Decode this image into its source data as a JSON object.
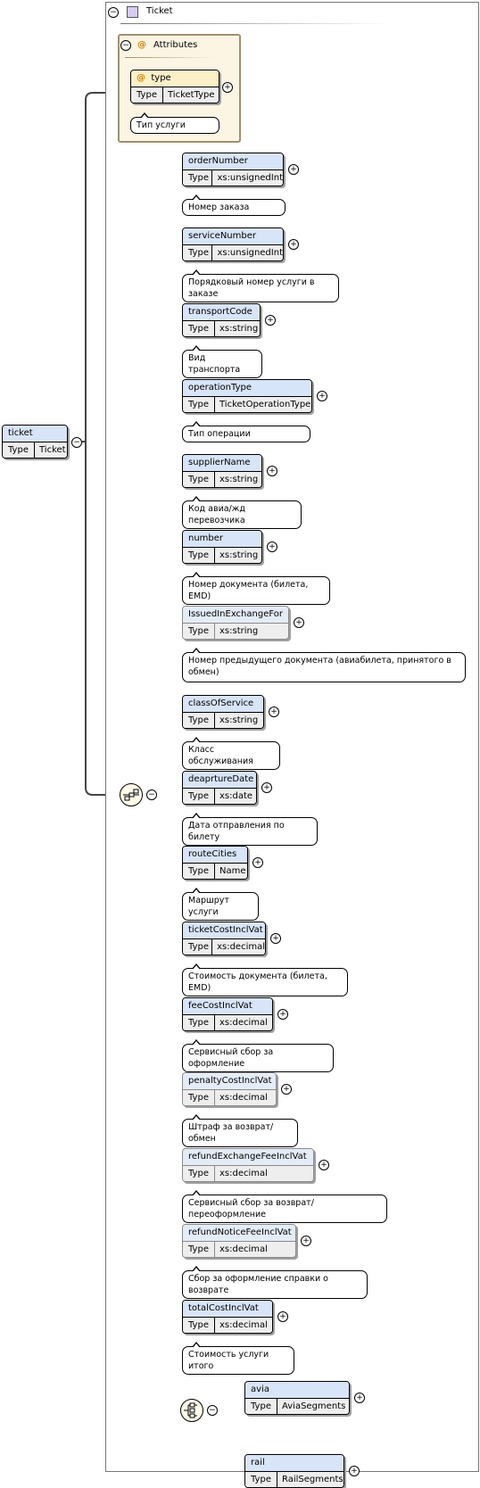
{
  "root": {
    "name": "ticket",
    "type_label": "Type",
    "type": "Ticket"
  },
  "ticket_type": {
    "title": "Ticket",
    "attributes": {
      "label": "Attributes",
      "at_symbol": "@",
      "items": [
        {
          "name": "type",
          "type_label": "Type",
          "type": "TicketType",
          "doc": "Тип услуги"
        }
      ]
    }
  },
  "elements": [
    {
      "name": "orderNumber",
      "type_label": "Type",
      "type": "xs:unsignedInt",
      "doc": "Номер заказа",
      "optional": false
    },
    {
      "name": "serviceNumber",
      "type_label": "Type",
      "type": "xs:unsignedInt",
      "doc": "Порядковый номер услуги в заказе",
      "optional": false
    },
    {
      "name": "transportCode",
      "type_label": "Type",
      "type": "xs:string",
      "doc": "Вид транспорта",
      "optional": false
    },
    {
      "name": "operationType",
      "type_label": "Type",
      "type": "TicketOperationType",
      "doc": "Тип операции",
      "optional": false
    },
    {
      "name": "supplierName",
      "type_label": "Type",
      "type": "xs:string",
      "doc": "Код авиа/жд перевозчика",
      "optional": false
    },
    {
      "name": "number",
      "type_label": "Type",
      "type": "xs:string",
      "doc": "Номер документа (билета, EMD)",
      "optional": false
    },
    {
      "name": "IssuedInExchangeFor",
      "type_label": "Type",
      "type": "xs:string",
      "doc": "Номер предыдущего документа (авиабилета, принятого в обмен)",
      "optional": true
    },
    {
      "name": "classOfService",
      "type_label": "Type",
      "type": "xs:string",
      "doc": "Класс обслуживания",
      "optional": false
    },
    {
      "name": "deaprtureDate",
      "type_label": "Type",
      "type": "xs:date",
      "doc": "Дата отправления по билету",
      "optional": false
    },
    {
      "name": "routeCities",
      "type_label": "Type",
      "type": "Name",
      "doc": "Маршрут услуги",
      "optional": false
    },
    {
      "name": "ticketCostInclVat",
      "type_label": "Type",
      "type": "xs:decimal",
      "doc": "Стоимость документа (билета, EMD)",
      "optional": false
    },
    {
      "name": "feeCostInclVat",
      "type_label": "Type",
      "type": "xs:decimal",
      "doc": "Сервисный сбор за оформление",
      "optional": false
    },
    {
      "name": "penaltyCostInclVat",
      "type_label": "Type",
      "type": "xs:decimal",
      "doc": "Штраф за возврат/обмен",
      "optional": true
    },
    {
      "name": "refundExchangeFeeInclVat",
      "type_label": "Type",
      "type": "xs:decimal",
      "doc": "Сервисный сбор за возврат/переоформление",
      "optional": true
    },
    {
      "name": "refundNoticeFeeInclVat",
      "type_label": "Type",
      "type": "xs:decimal",
      "doc": "Сбор за оформление справки о возврате",
      "optional": true
    },
    {
      "name": "totalCostInclVat",
      "type_label": "Type",
      "type": "xs:decimal",
      "doc": "Стоимость услуги итого",
      "optional": false
    }
  ],
  "choice": [
    {
      "name": "avia",
      "type_label": "Type",
      "type": "AviaSegments"
    },
    {
      "name": "rail",
      "type_label": "Type",
      "type": "RailSegments"
    }
  ],
  "glyphs": {
    "expand": "+",
    "collapse": "−"
  },
  "icons": {
    "sequence": "sequence-compositor-icon",
    "choice": "choice-compositor-icon",
    "complex_type": "complex-type-icon"
  },
  "colors": {
    "element_header": "#d8e4f8",
    "attr_group": "#fcf5e4",
    "accent": "#d08000"
  }
}
